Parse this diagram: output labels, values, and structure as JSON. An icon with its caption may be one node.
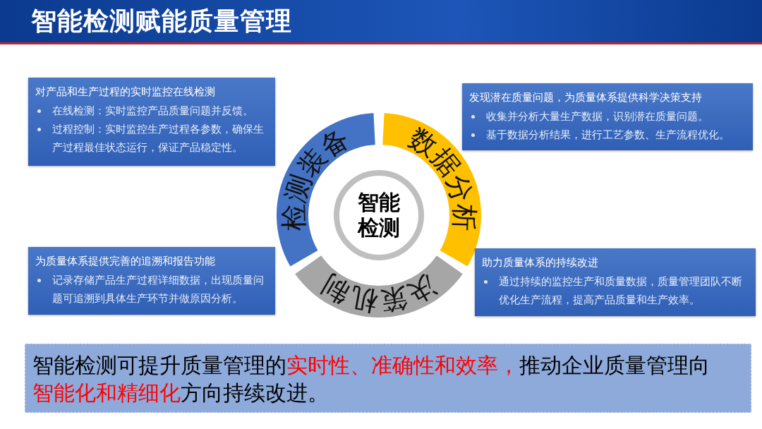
{
  "diagram": {
    "title": "智能检测赋能质量管理",
    "nodes": [
      {
        "text": [
          "对产品和生产过程的实时监控在线检测",
          "在线检测：实时监控产品质量问题并反馈。",
          "过程控制：实时监控生产过程各参数，确保生产过程最佳状态运行，保证产品稳定性。"
        ]
      },
      {
        "text": [
          "发现潜在质量问题，为质量体系提供科学决策支持",
          "收集并分析大量生产数据，识别潜在质量问题。",
          "基于数据分析结果，进行工艺参数、生产流程优化。"
        ]
      },
      {
        "text": [
          "检测装备"
        ]
      },
      {
        "text": [
          "数据分析"
        ]
      },
      {
        "text": [
          "智能检测"
        ]
      },
      {
        "text": [
          "决策机制"
        ]
      },
      {
        "text": [
          "为质量体系提供完善的追溯和报告功能",
          "记录存储产品生产过程详细数据，出现质量问题可追溯到具体生产环节并做原因分析。"
        ]
      },
      {
        "text": [
          "助力质量体系的持续改进",
          "通过持续的监控生产和质量数据，质量管理团队不断优化生产流程，提高产品质量和生产效率。"
        ]
      },
      {
        "text": [
          "智能检测可提升质量管理的",
          "实时性、准确性和效率，",
          "推动企业质量管理向",
          "智能化和精细化",
          "方向持续改进。"
        ]
      }
    ]
  }
}
